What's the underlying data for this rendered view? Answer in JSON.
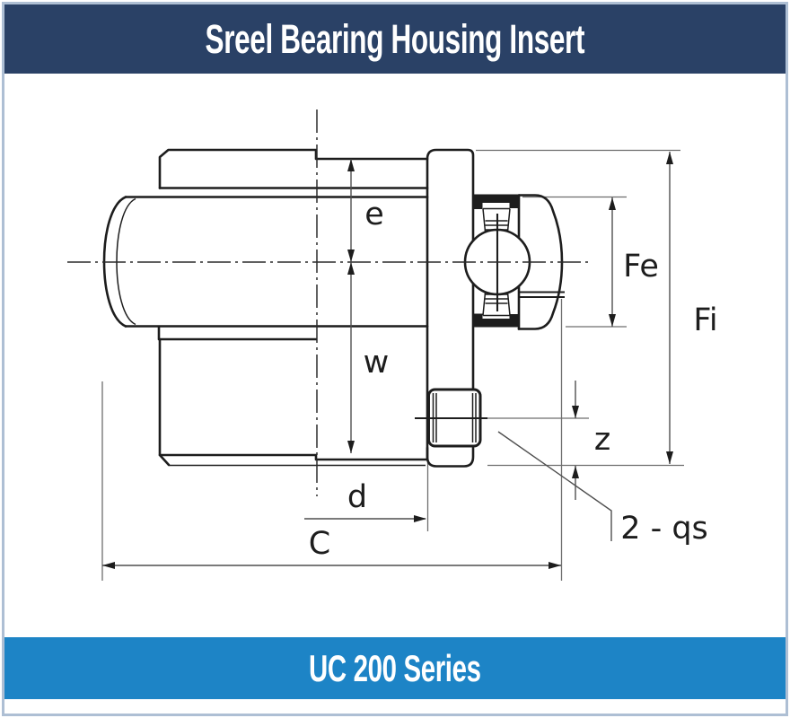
{
  "header": {
    "title": "Sreel Bearing Housing Insert"
  },
  "footer": {
    "series": "UC 200 Series"
  },
  "drawing": {
    "type": "bearing-insert-cross-section",
    "dimension_labels": {
      "e": "e",
      "w": "w",
      "d": "d",
      "c": "C",
      "fe": "Fe",
      "fi": "Fi",
      "z": "z",
      "qs": "2 - qs"
    }
  },
  "colors": {
    "header_bg": "#2a4166",
    "footer_bg": "#1d84c6",
    "border": "#aebfd4",
    "line": "#1d1d1d",
    "dim": "#6e6e6e",
    "center": "#2b2b2b"
  }
}
